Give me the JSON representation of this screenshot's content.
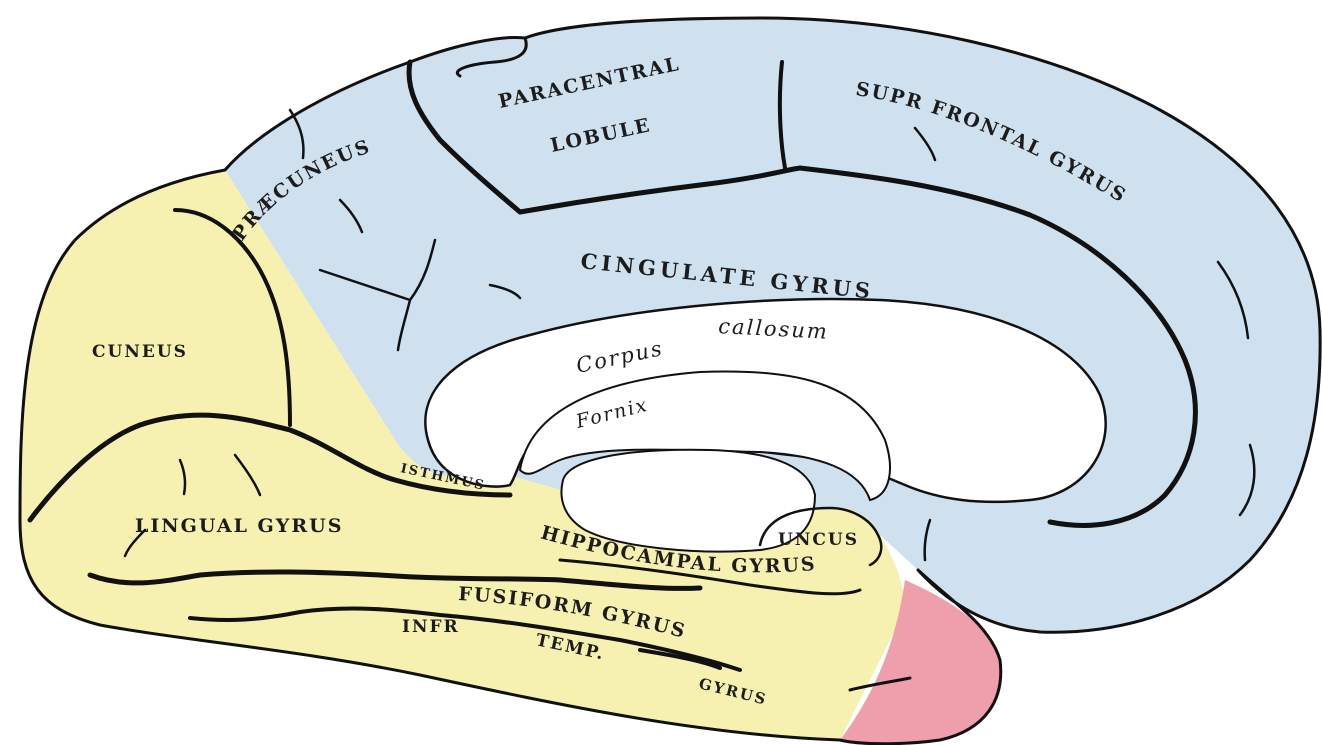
{
  "labels": {
    "paracentral_1": "PARACENTRAL",
    "paracentral_2": "LOBULE",
    "supr_frontal": "SUPR FRONTAL GYRUS",
    "precuneus": "PRÆCUNEUS",
    "cingulate": "CINGULATE GYRUS",
    "corpus": "Corpus",
    "callosum": "callosum",
    "fornix": "Fornix",
    "cuneus": "CUNEUS",
    "isthmus": "ISTHMUS",
    "lingual": "LINGUAL GYRUS",
    "uncus": "UNCUS",
    "hippocampal": "HIPPOCAMPAL GYRUS",
    "fusiform": "FUSIFORM GYRUS",
    "infr": "INFR",
    "temp": "TEMP.",
    "gyrus_temp": "GYRUS"
  },
  "colors": {
    "frontal_parietal": "#cfe0ee",
    "occipital_temporal": "#f7f1b1",
    "temporal_pole": "#ef9eab",
    "corpus_callosum": "#ffffff",
    "outline": "#111111"
  }
}
